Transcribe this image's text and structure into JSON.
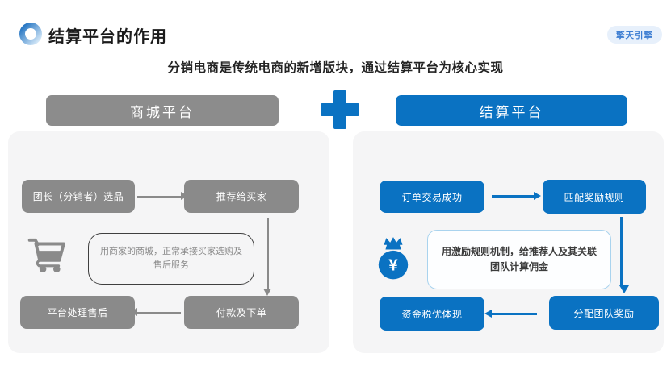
{
  "header": {
    "title": "结算平台的作用",
    "badge_label": "擎天引擎"
  },
  "subtitle": "分销电商是传统电商的新增版块，通过结算平台为核心实现",
  "mall_platform": {
    "header": "商城平台",
    "boxes": {
      "select_products": "团长（分销者）选品",
      "recommend": "推荐给买家",
      "pay_order": "付款及下单",
      "aftersales": "平台处理售后"
    },
    "note": "用商家的商城，正常承接买家选购及售后服务"
  },
  "settlement_platform": {
    "header": "结算平台",
    "boxes": {
      "order_success": "订单交易成功",
      "match_rules": "匹配奖励规则",
      "distribute_rewards": "分配团队奖励",
      "funds_tax": "资金税优体现"
    },
    "note": "用激励规则机制，给推荐人及其关联团队计算佣金",
    "currency_symbol": "¥"
  },
  "colors": {
    "accent_blue": "#0A72C2",
    "neutral_gray": "#8A8A8A",
    "panel_bg": "#F5F5F6",
    "badge_bg": "#E7F0FB",
    "badge_text": "#3E7ED2"
  }
}
